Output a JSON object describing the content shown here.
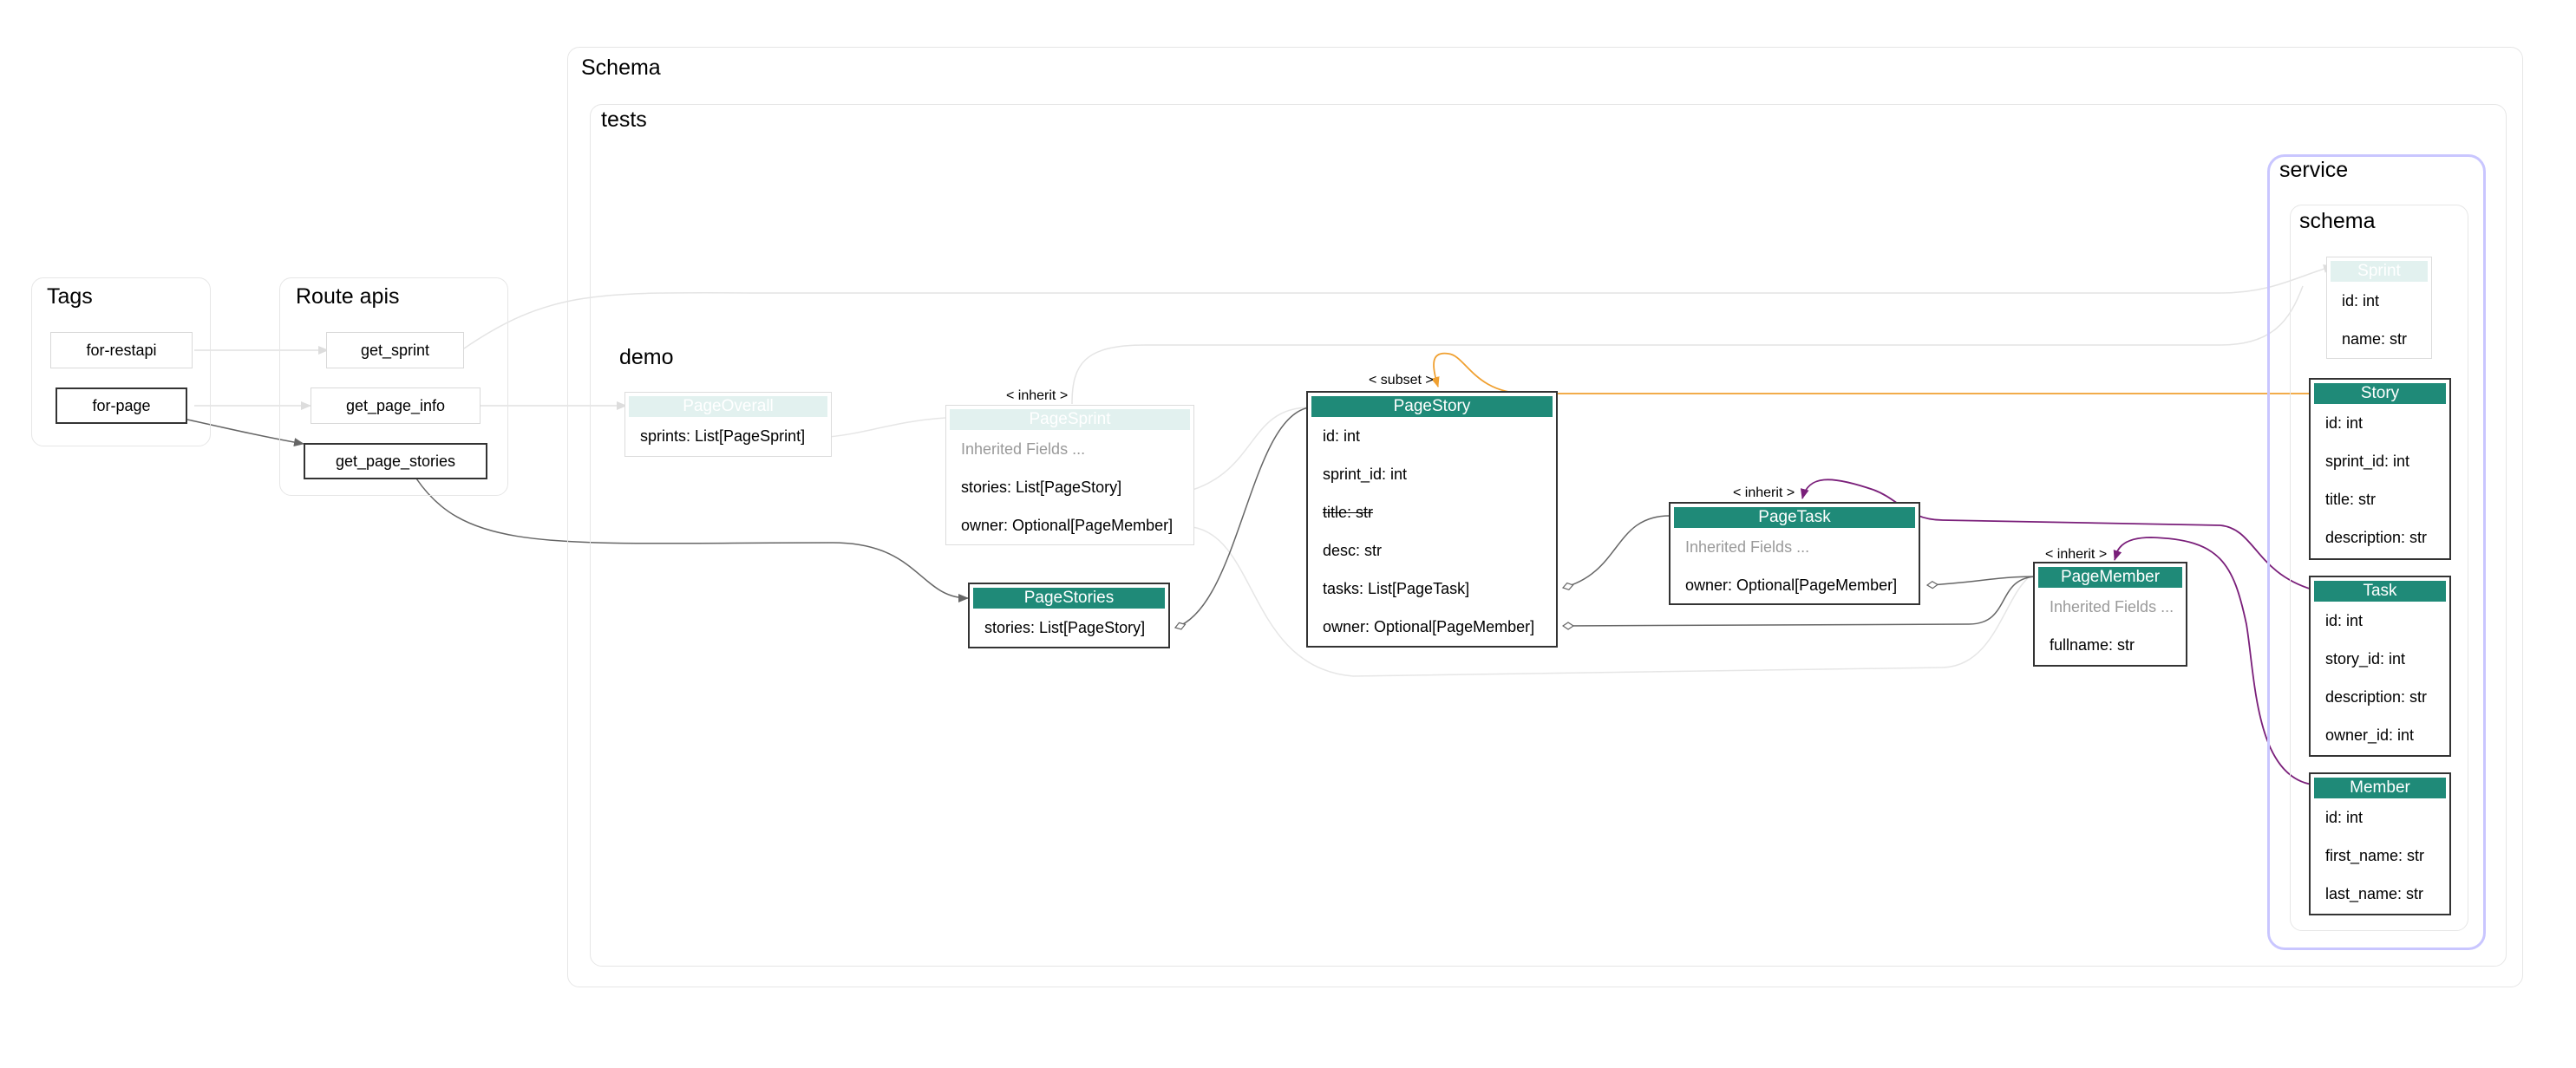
{
  "clusters": {
    "tags": "Tags",
    "route_apis": "Route apis",
    "schema": "Schema",
    "tests": "tests",
    "demo": "demo",
    "service": "service",
    "service_schema": "schema"
  },
  "tags": [
    "for-restapi",
    "for-page"
  ],
  "routes": [
    "get_sprint",
    "get_page_info",
    "get_page_stories"
  ],
  "edge_labels": {
    "inherit_sprint": "< inherit >",
    "subset_story": "< subset >",
    "inherit_task": "< inherit >",
    "inherit_member": "< inherit >"
  },
  "nodes": {
    "page_overall": {
      "title": "PageOverall",
      "fields": [
        "sprints: List[PageSprint]"
      ]
    },
    "page_sprint": {
      "title": "PageSprint",
      "fields": [
        "Inherited Fields ...",
        "stories: List[PageStory]",
        "owner: Optional[PageMember]"
      ]
    },
    "page_stories": {
      "title": "PageStories",
      "fields": [
        "stories: List[PageStory]"
      ]
    },
    "page_story": {
      "title": "PageStory",
      "fields": [
        "id: int",
        "sprint_id: int",
        "title: str",
        "desc: str",
        "tasks: List[PageTask]",
        "owner: Optional[PageMember]"
      ]
    },
    "page_task": {
      "title": "PageTask",
      "fields": [
        "Inherited Fields ...",
        "owner: Optional[PageMember]"
      ]
    },
    "page_member": {
      "title": "PageMember",
      "fields": [
        "Inherited Fields ...",
        "fullname: str"
      ]
    },
    "sprint": {
      "title": "Sprint",
      "fields": [
        "id: int",
        "name: str"
      ]
    },
    "story": {
      "title": "Story",
      "fields": [
        "id: int",
        "sprint_id: int",
        "title: str",
        "description: str"
      ]
    },
    "task": {
      "title": "Task",
      "fields": [
        "id: int",
        "story_id: int",
        "description: str",
        "owner_id: int"
      ]
    },
    "member": {
      "title": "Member",
      "fields": [
        "id: int",
        "first_name: str",
        "last_name: str"
      ]
    }
  }
}
